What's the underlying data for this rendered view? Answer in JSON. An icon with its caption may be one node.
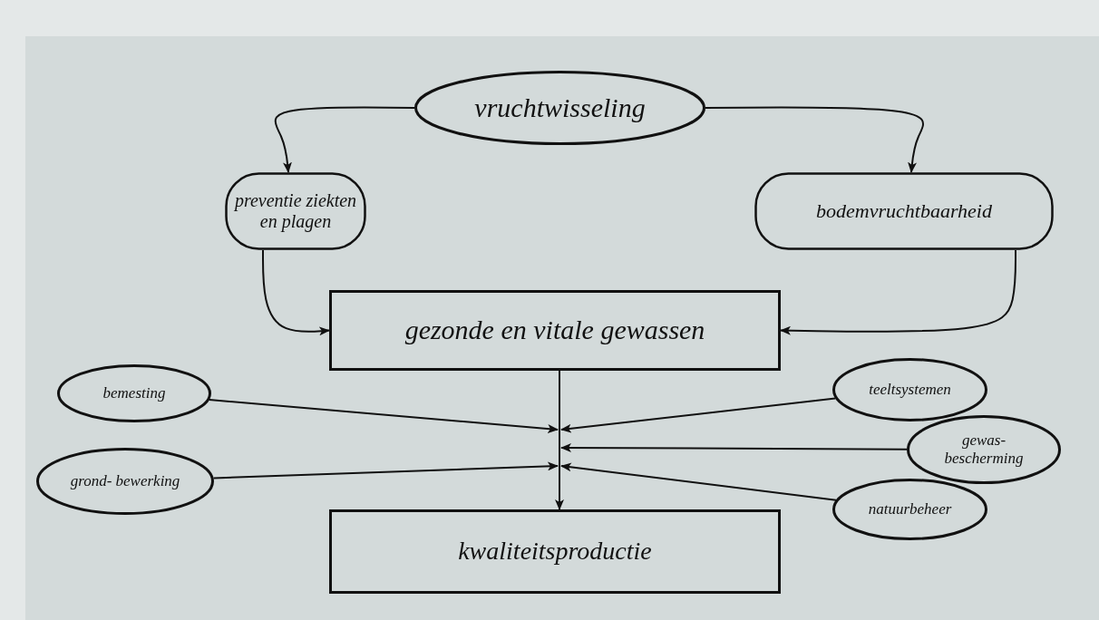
{
  "diagram": {
    "nodes": [
      {
        "text": [
          "vruchtwisseling"
        ]
      },
      {
        "text": [
          "preventie ziekten en plagen"
        ]
      },
      {
        "text": [
          "bodemvruchtbaarheid"
        ]
      },
      {
        "text": [
          "gezonde en vitale gewassen"
        ]
      },
      {
        "text": [
          "kwaliteitsproductie"
        ]
      },
      {
        "text": [
          "bemesting"
        ]
      },
      {
        "text": [
          "grond- bewerking"
        ]
      },
      {
        "text": [
          "teeltsystemen"
        ]
      },
      {
        "text": [
          "gewas- bescherming"
        ]
      },
      {
        "text": [
          "natuurbeheer"
        ]
      }
    ],
    "edges": [
      {
        "from": 0,
        "to": 1,
        "arrow": "to"
      },
      {
        "from": 0,
        "to": 2,
        "arrow": "to"
      },
      {
        "from": 1,
        "to": 3,
        "arrow": "to"
      },
      {
        "from": 2,
        "to": 3,
        "arrow": "to"
      },
      {
        "from": 3,
        "to": 4,
        "arrow": "to"
      },
      {
        "from": 5,
        "to": null,
        "arrow": "to"
      },
      {
        "from": 6,
        "to": null,
        "arrow": "to"
      },
      {
        "from": 7,
        "to": null,
        "arrow": "to"
      },
      {
        "from": 8,
        "to": null,
        "arrow": "to"
      },
      {
        "from": 9,
        "to": null,
        "arrow": "to"
      }
    ]
  }
}
